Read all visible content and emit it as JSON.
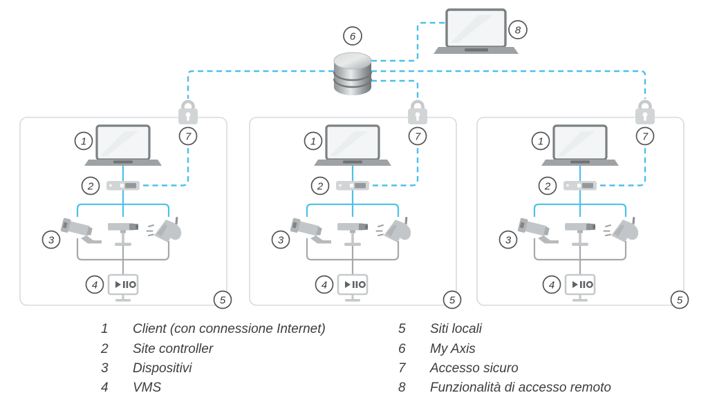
{
  "markers": {
    "client": "1",
    "site_controller": "2",
    "devices": "3",
    "vms": "4",
    "local_site": "5",
    "my_axis": "6",
    "secure_access": "7",
    "remote_access": "8"
  },
  "legend": {
    "left": [
      {
        "num": "1",
        "label": "Client (con connessione Internet)"
      },
      {
        "num": "2",
        "label": "Site controller"
      },
      {
        "num": "3",
        "label": "Dispositivi"
      },
      {
        "num": "4",
        "label": "VMS"
      }
    ],
    "right": [
      {
        "num": "5",
        "label": "Siti locali"
      },
      {
        "num": "6",
        "label": "My Axis"
      },
      {
        "num": "7",
        "label": "Accesso sicuro"
      },
      {
        "num": "8",
        "label": "Funzionalità di accesso remoto"
      }
    ]
  },
  "colors": {
    "connection_blue": "#4dc0e8",
    "line_gray": "#a6a9ab",
    "box_border": "#d8dadb",
    "icon_gray": "#c3c6c8",
    "icon_gray_dark": "#8f9396",
    "lock_gray": "#d2d5d6",
    "text": "#3b3d3e"
  }
}
